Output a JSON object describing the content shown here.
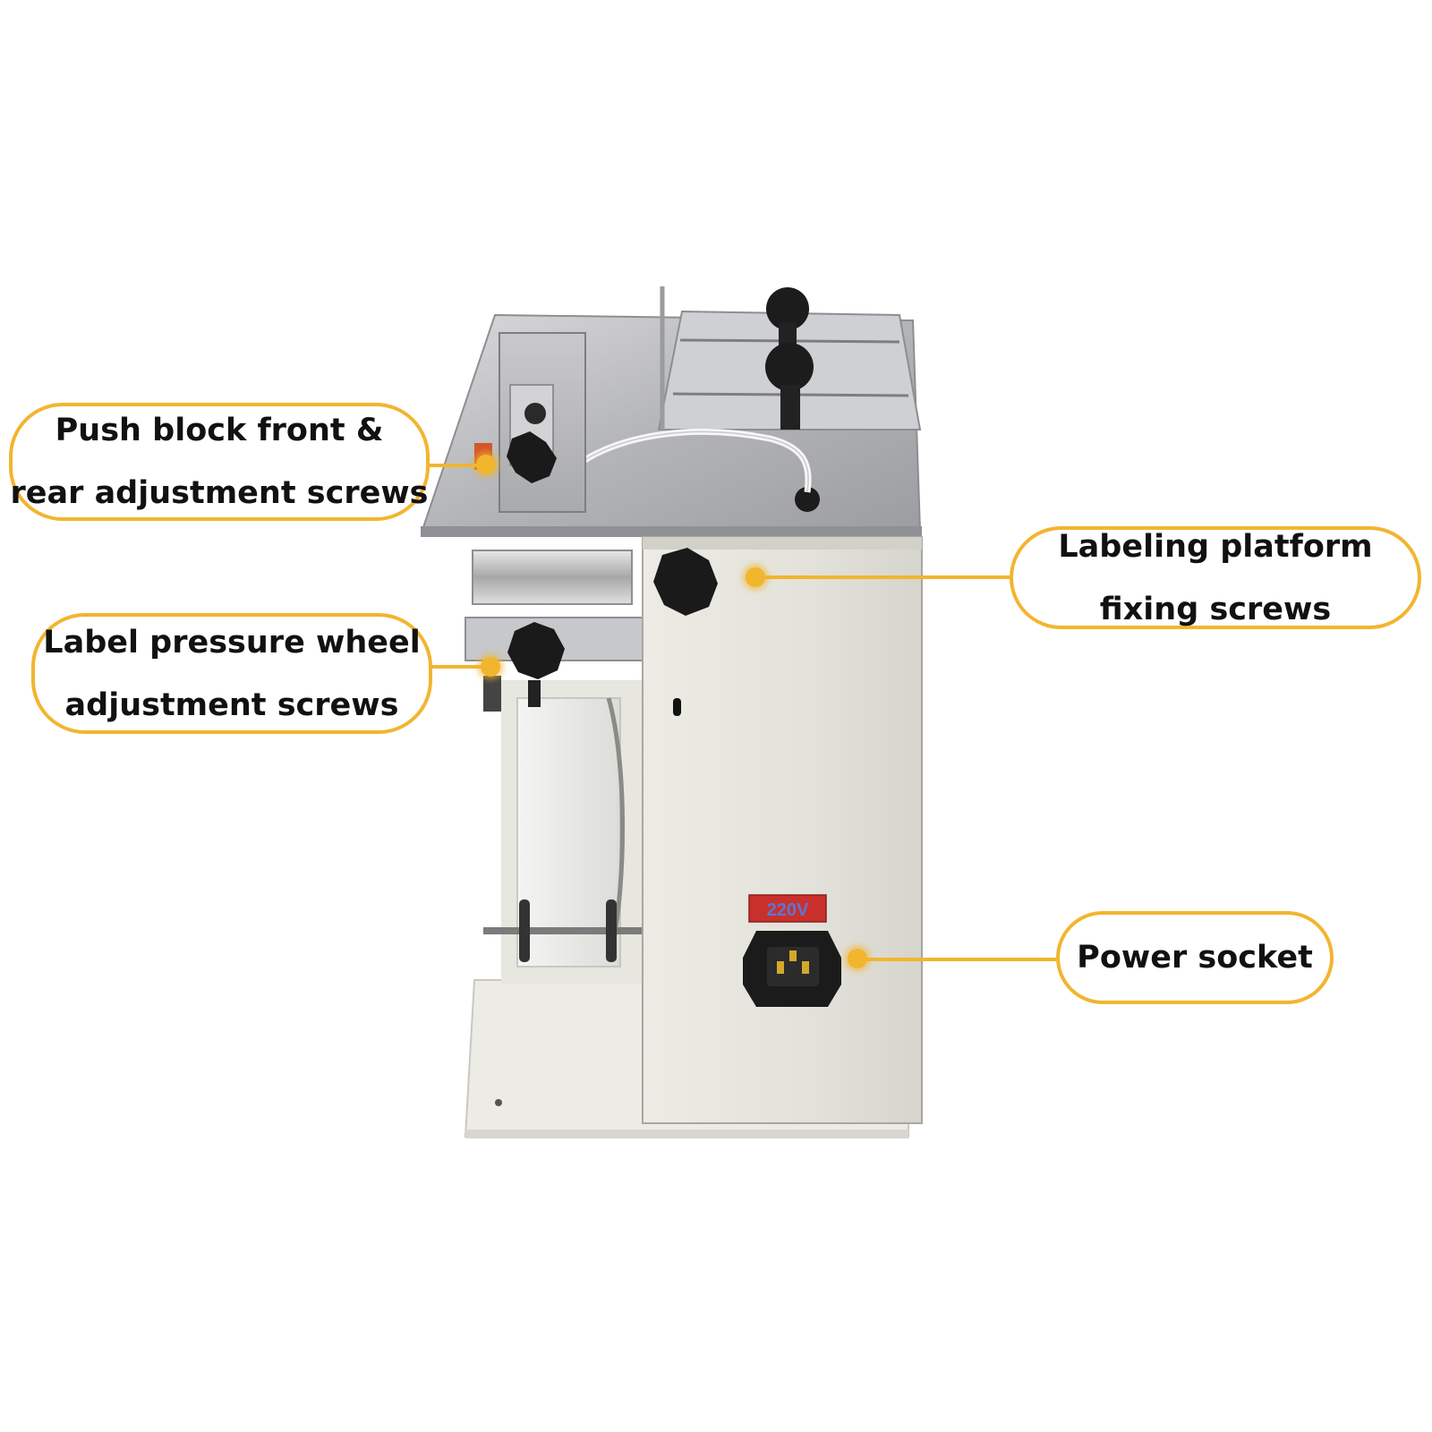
{
  "diagram": {
    "colors": {
      "accent": "#f2b52e",
      "text": "#111111",
      "background": "#ffffff"
    },
    "callouts": {
      "push_block": {
        "line1": "Push block front &",
        "line2": "rear adjustment screws"
      },
      "label_wheel": {
        "line1": "Label pressure wheel",
        "line2": "adjustment screws"
      },
      "platform": {
        "line1": "Labeling platform",
        "line2": "fixing screws"
      },
      "power": {
        "line1": "Power socket"
      }
    },
    "machine": {
      "voltage_plate": "220V"
    }
  }
}
